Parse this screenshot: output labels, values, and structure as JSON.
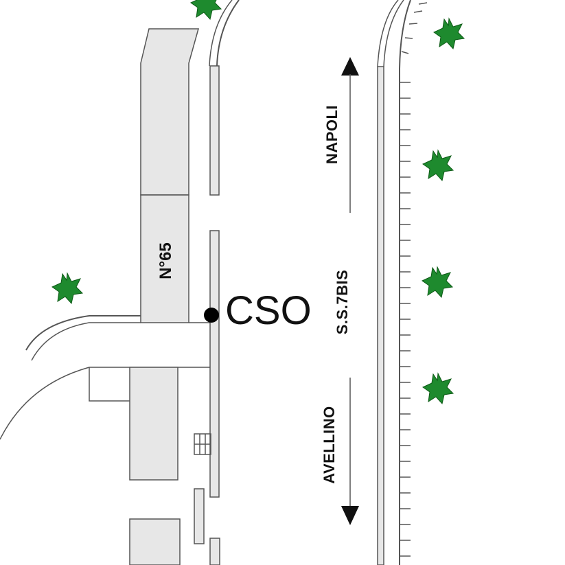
{
  "map": {
    "labels": {
      "cso": "CSO",
      "building_number": "N°65",
      "road_name": "S.S.7BIS",
      "direction_north": "NAPOLI",
      "direction_south": "AVELLINO"
    },
    "colors": {
      "building_fill": "#e7e7e7",
      "outline": "#555555",
      "tree": "#1e8a2e",
      "marker": "#000000",
      "background": "#ffffff"
    },
    "icons": {
      "tree": "tree-icon",
      "location_marker": "location-dot-icon",
      "arrow_north": "arrow-up-icon",
      "arrow_south": "arrow-down-icon"
    }
  }
}
